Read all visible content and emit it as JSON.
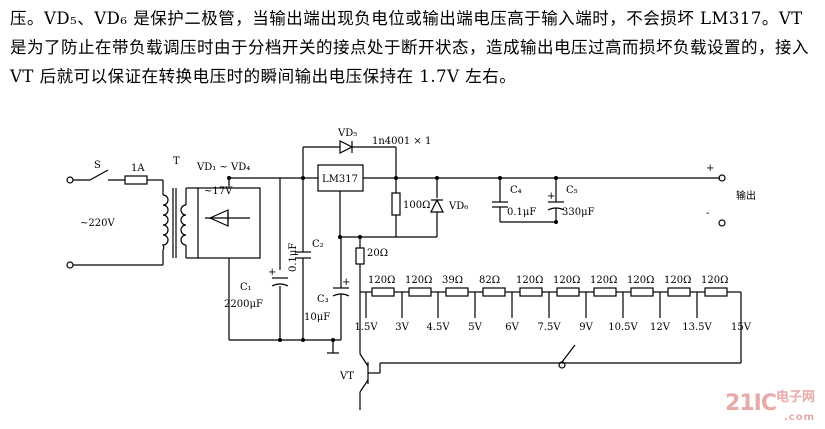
{
  "paragraph": "压。VD₅、VD₆ 是保护二极管，当输出端出现负电位或输出端电压高于输入端时，不会损坏 LM317。VT 是为了防止在带负载调压时由于分档开关的接点处于断开状态，造成输出电压过高而损坏负载设置的，接入 VT 后就可以保证在转换电压时的瞬间输出电压保持在 1.7V 左右。",
  "labels": {
    "S": "S",
    "fuse": "1A",
    "T": "T",
    "bridge": "VD₁ ~ VD₄",
    "v17": "~17V",
    "v220": "~220V",
    "vd5": "VD₅",
    "diode_note": "1n4001 × 1",
    "lm317": "LM317",
    "c1": "C₁",
    "c1v": "2200μF",
    "c2": "C₂",
    "c2v": "0.1μF",
    "c3": "C₃",
    "c3v": "10μF",
    "r100": "100Ω",
    "vd6": "VD₆",
    "c4": "C₄",
    "c4v": "0.1μF",
    "c5": "C₅",
    "c5v": "330μF",
    "out": "输出",
    "r20": "20Ω",
    "vt": "VT",
    "plus": "+",
    "minus": "-"
  },
  "resistors": [
    "120Ω",
    "120Ω",
    "39Ω",
    "82Ω",
    "120Ω",
    "120Ω",
    "120Ω",
    "120Ω",
    "120Ω",
    "120Ω"
  ],
  "taps": [
    "1.5V",
    "3V",
    "4.5V",
    "5V",
    "6V",
    "7.5V",
    "9V",
    "10.5V",
    "12V",
    "13.5V",
    "15V"
  ],
  "watermark": {
    "brand": "21IC",
    "cn": "电子网",
    "domain": ".com"
  }
}
